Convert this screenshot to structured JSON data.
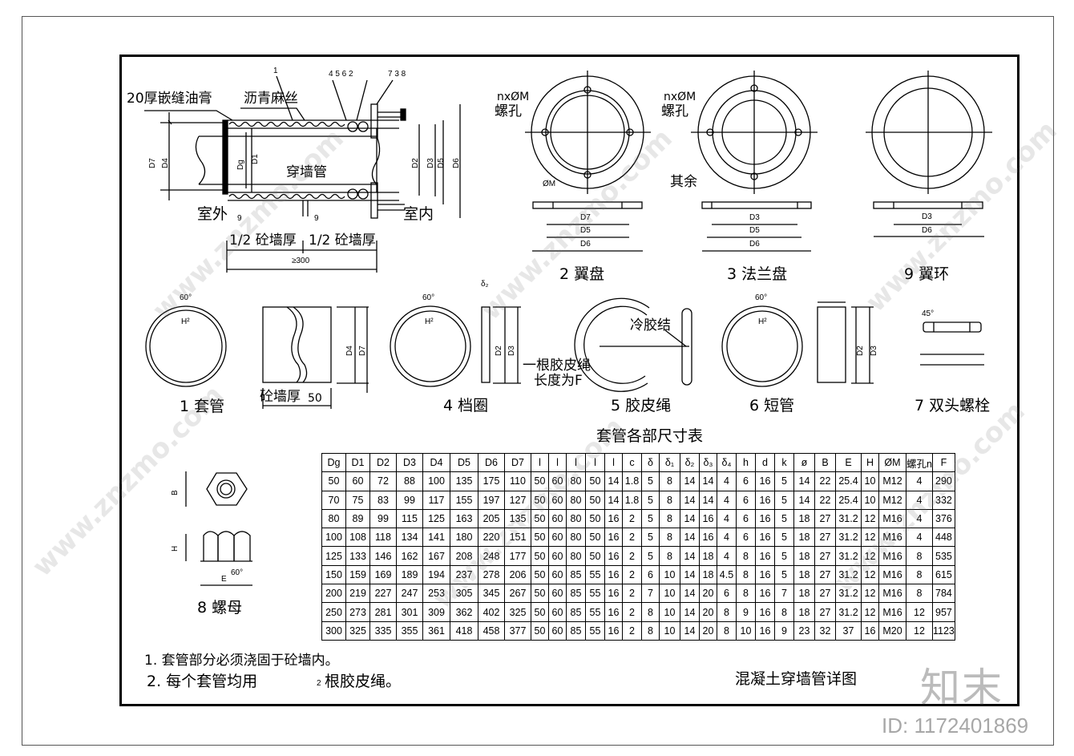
{
  "labels": {
    "top_left_a": "20厚嵌缝油膏",
    "top_left_b": "沥青麻丝",
    "pipe": "穿墙管",
    "outdoor": "室外",
    "indoor": "室内",
    "half_wall_a": "1/2 砼墙厚",
    "half_wall_b": "1/2 砼墙厚",
    "min300": "≥300",
    "callout_1": "1",
    "callout_top": "4 5  6 2",
    "callout_top2": "7 3 8",
    "nine_a": "9",
    "nine_b": "9",
    "d7": "D7",
    "d4": "D4",
    "dg": "Dg",
    "d1": "D1",
    "d2": "D2",
    "d3": "D3",
    "d5": "D5",
    "d6": "D6",
    "bolt_hole_a": "nxØM",
    "bolt_hole_a2": "螺孔",
    "bolt_hole_b": "nxØM",
    "bolt_hole_b2": "螺孔",
    "others": "其余",
    "phiM": "ØM",
    "part2": "2  翼盘",
    "part3": "3  法兰盘",
    "part9": "9  翼环",
    "part1": "1  套管",
    "part4": "4  档圈",
    "part5": "5  胶皮绳",
    "part6": "6  短管",
    "part7": "7  双头螺栓",
    "part8": "8  螺母",
    "wall_thick": "砼墙厚",
    "wall_fifty": "50",
    "cold_glue": "冷胶结",
    "rope_note_a": "一根胶皮绳",
    "rope_note_b": "长度为F",
    "angle60": "60°",
    "angle45": "45°",
    "h2": "H²",
    "delta2": "δ₂",
    "nut_B": "B",
    "nut_H": "H",
    "nut_E": "E",
    "table_title": "套管各部尺寸表",
    "note1": "1.  套管部分必须浇固于砼墙内。",
    "note2_a": "2.  每个套管均用",
    "note2_b": "2",
    "note2_c": "根胶皮绳。",
    "drawing_title": "混凝土穿墙管详图",
    "logo": "知末",
    "image_id": "ID: 1172401869",
    "watermark": "www.znzmo.com"
  },
  "table": {
    "headers": [
      "Dg",
      "D1",
      "D2",
      "D3",
      "D4",
      "D5",
      "D6",
      "D7",
      "l",
      "l",
      "l",
      "l",
      "l",
      "c",
      "δ",
      "δ₁",
      "δ₂",
      "δ₃",
      "δ₄",
      "h",
      "d",
      "k",
      "ø",
      "B",
      "E",
      "H",
      "ØM",
      "螺孔n",
      "F"
    ],
    "rows": [
      [
        "50",
        "60",
        "72",
        "88",
        "100",
        "135",
        "175",
        "110",
        "50",
        "60",
        "80",
        "50",
        "14",
        "1.8",
        "5",
        "8",
        "14",
        "14",
        "4",
        "6",
        "16",
        "5",
        "14",
        "22",
        "25.4",
        "10",
        "M12",
        "4",
        "290"
      ],
      [
        "70",
        "75",
        "83",
        "99",
        "117",
        "155",
        "197",
        "127",
        "50",
        "60",
        "80",
        "50",
        "14",
        "1.8",
        "5",
        "8",
        "14",
        "14",
        "4",
        "6",
        "16",
        "5",
        "14",
        "22",
        "25.4",
        "10",
        "M12",
        "4",
        "332"
      ],
      [
        "80",
        "89",
        "99",
        "115",
        "125",
        "163",
        "205",
        "135",
        "50",
        "60",
        "80",
        "50",
        "16",
        "2",
        "5",
        "8",
        "14",
        "16",
        "4",
        "6",
        "16",
        "5",
        "18",
        "27",
        "31.2",
        "12",
        "M16",
        "4",
        "376"
      ],
      [
        "100",
        "108",
        "118",
        "134",
        "141",
        "180",
        "220",
        "151",
        "50",
        "60",
        "80",
        "50",
        "16",
        "2",
        "5",
        "8",
        "14",
        "16",
        "4",
        "6",
        "16",
        "5",
        "18",
        "27",
        "31.2",
        "12",
        "M16",
        "4",
        "448"
      ],
      [
        "125",
        "133",
        "146",
        "162",
        "167",
        "208",
        "248",
        "177",
        "50",
        "60",
        "80",
        "50",
        "16",
        "2",
        "5",
        "8",
        "14",
        "18",
        "4",
        "8",
        "16",
        "5",
        "18",
        "27",
        "31.2",
        "12",
        "M16",
        "8",
        "535"
      ],
      [
        "150",
        "159",
        "169",
        "189",
        "194",
        "237",
        "278",
        "206",
        "50",
        "60",
        "85",
        "55",
        "16",
        "2",
        "6",
        "10",
        "14",
        "18",
        "4.5",
        "8",
        "16",
        "5",
        "18",
        "27",
        "31.2",
        "12",
        "M16",
        "8",
        "615"
      ],
      [
        "200",
        "219",
        "227",
        "247",
        "253",
        "305",
        "345",
        "267",
        "50",
        "60",
        "85",
        "55",
        "16",
        "2",
        "7",
        "10",
        "14",
        "20",
        "6",
        "8",
        "16",
        "7",
        "18",
        "27",
        "31.2",
        "12",
        "M16",
        "8",
        "784"
      ],
      [
        "250",
        "273",
        "281",
        "301",
        "309",
        "362",
        "402",
        "325",
        "50",
        "60",
        "85",
        "55",
        "16",
        "2",
        "8",
        "10",
        "14",
        "20",
        "8",
        "9",
        "16",
        "8",
        "18",
        "27",
        "31.2",
        "12",
        "M16",
        "12",
        "957"
      ],
      [
        "300",
        "325",
        "335",
        "355",
        "361",
        "418",
        "458",
        "377",
        "50",
        "60",
        "85",
        "55",
        "16",
        "2",
        "8",
        "10",
        "14",
        "20",
        "8",
        "10",
        "16",
        "9",
        "23",
        "32",
        "37",
        "16",
        "M20",
        "12",
        "1123"
      ]
    ]
  }
}
